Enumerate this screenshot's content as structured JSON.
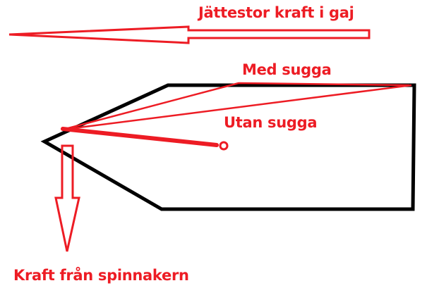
{
  "diagram": {
    "colors": {
      "force": "#ed1c24",
      "hull": "#000000",
      "background": "#ffffff"
    },
    "labels": {
      "stay_force": "Jättestor kraft i gaj",
      "with_strut": "Med sugga",
      "without_strut": "Utan sugga",
      "spinnaker_force": "Kraft från spinnakern"
    },
    "elements": [
      {
        "id": "hull-outline",
        "type": "polygon",
        "label": "Hull (top view)"
      },
      {
        "id": "stay-force-arrow",
        "type": "arrow",
        "direction": "left",
        "label": "Jättestor kraft i gaj"
      },
      {
        "id": "spinnaker-force-arrow",
        "type": "arrow",
        "direction": "down",
        "label": "Kraft från spinnakern"
      },
      {
        "id": "spinnaker-pole",
        "type": "line",
        "label": "Spinnaker pole"
      },
      {
        "id": "guy-with-strut",
        "type": "line",
        "label": "Med sugga"
      },
      {
        "id": "guy-without-strut",
        "type": "line",
        "label": "Utan sugga"
      }
    ]
  }
}
